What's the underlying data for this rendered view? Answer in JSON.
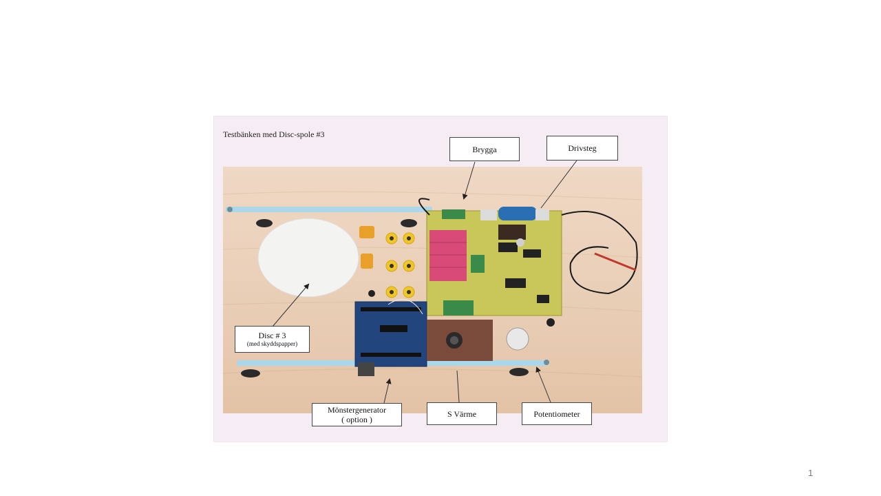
{
  "slide": {
    "page_number": "1"
  },
  "scan": {
    "title": "Testbänken med Disc-spole #3",
    "labels": {
      "brygga": "Brygga",
      "drivsteg": "Drivsteg",
      "disc_line1": "Disc # 3",
      "disc_line2": "(med skyddspapper)",
      "monster_line1": "Mönstergenerator",
      "monster_line2": "( option )",
      "varme": "S  Värme",
      "potentiometer": "Potentiometer"
    }
  },
  "colors": {
    "board_green": "#c9c65a",
    "heatsink_pink": "#d84a78",
    "arduino_blue": "#23457e",
    "rail_blue": "#a9d8ec",
    "knob_yellow": "#f1c628"
  }
}
